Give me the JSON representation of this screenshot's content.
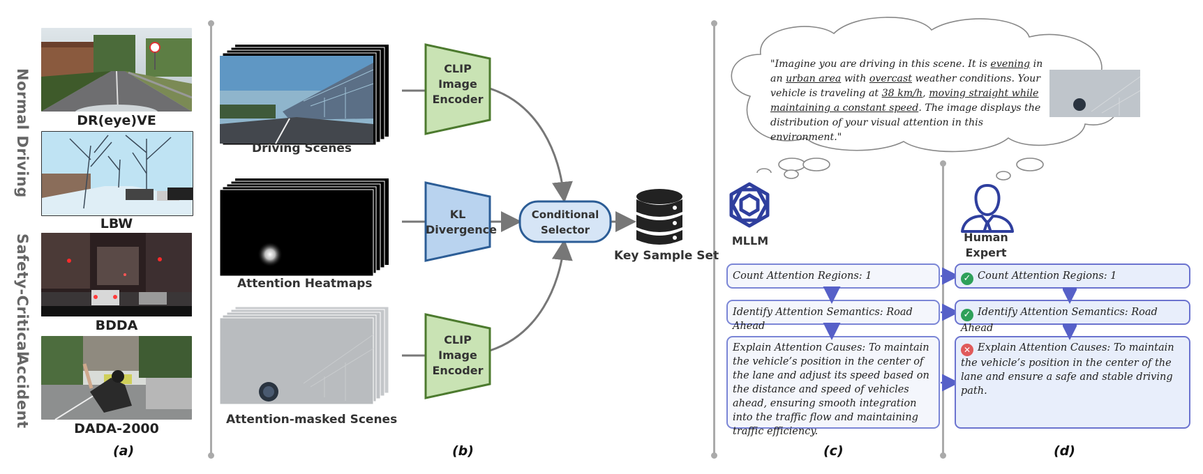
{
  "panel_a": {
    "categories": [
      "Normal Driving",
      "Safety-Critical",
      "Accident"
    ],
    "datasets": [
      "DR(eye)VE",
      "LBW",
      "BDDA",
      "DADA-2000"
    ],
    "caption": "(a)"
  },
  "panel_b": {
    "inputs": [
      "Driving Scenes",
      "Attention Heatmaps",
      "Attention-masked Scenes"
    ],
    "encoder_top": "CLIP\nImage\nEncoder",
    "kl": "KL\nDivergence",
    "encoder_bottom": "CLIP\nImage\nEncoder",
    "selector": "Conditional\nSelector",
    "output": "Key Sample Set",
    "caption": "(b)"
  },
  "panel_c": {
    "prompt_parts": [
      {
        "t": "\"Imagine you are driving in this scene. It is ",
        "u": false
      },
      {
        "t": "evening",
        "u": true
      },
      {
        "t": " in an ",
        "u": false
      },
      {
        "t": "urban area",
        "u": true
      },
      {
        "t": " with ",
        "u": false
      },
      {
        "t": "overcast",
        "u": true
      },
      {
        "t": " weather conditions. Your vehicle is traveling at ",
        "u": false
      },
      {
        "t": "38 km/h",
        "u": true
      },
      {
        "t": ", ",
        "u": false
      },
      {
        "t": "moving straight while maintaining a constant speed",
        "u": true
      },
      {
        "t": ". The image displays the distribution of your visual attention in this environment.\"",
        "u": false
      }
    ],
    "mllm_label": "MLLM",
    "steps": [
      "Count Attention Regions: 1",
      "Identify Attention Semantics: Road Ahead",
      "Explain Attention Causes: To maintain the vehicle’s position in the center of the lane and adjust its speed based on the distance and speed of vehicles ahead, ensuring smooth integration into the traffic flow and maintaining traffic efficiency."
    ],
    "caption": "(c)"
  },
  "panel_d": {
    "expert_label": "Human\nExpert",
    "steps": [
      "Count Attention Regions: 1",
      "Identify Attention Semantics: Road Ahead",
      "Explain Attention Causes: To maintain the vehicle’s position in the center of the lane and ensure a safe and stable driving path."
    ],
    "caption": "(d)"
  },
  "colors": {
    "divider": "#aaaaaa",
    "encoder_fill": "#c9e3b4",
    "encoder_stroke": "#4c7a2e",
    "kl_fill": "#b9d3ef",
    "kl_stroke": "#2c5d96",
    "step_border": "#7b86d6",
    "check": "#2ea05a",
    "cross": "#e05a5a",
    "icon_blue": "#2f3f9e"
  }
}
